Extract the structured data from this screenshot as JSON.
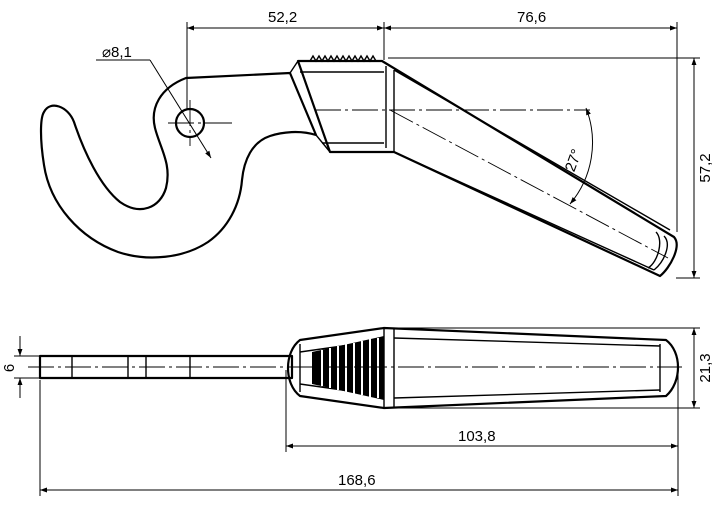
{
  "dimensions": {
    "d1": "52,2",
    "d2": "76,6",
    "d3": "8,1",
    "d4": "27°",
    "d5": "57,2",
    "d6": "6",
    "d7": "21,3",
    "d8": "103,8",
    "d9": "168,6"
  },
  "symbols": {
    "diameter": "⌀"
  }
}
